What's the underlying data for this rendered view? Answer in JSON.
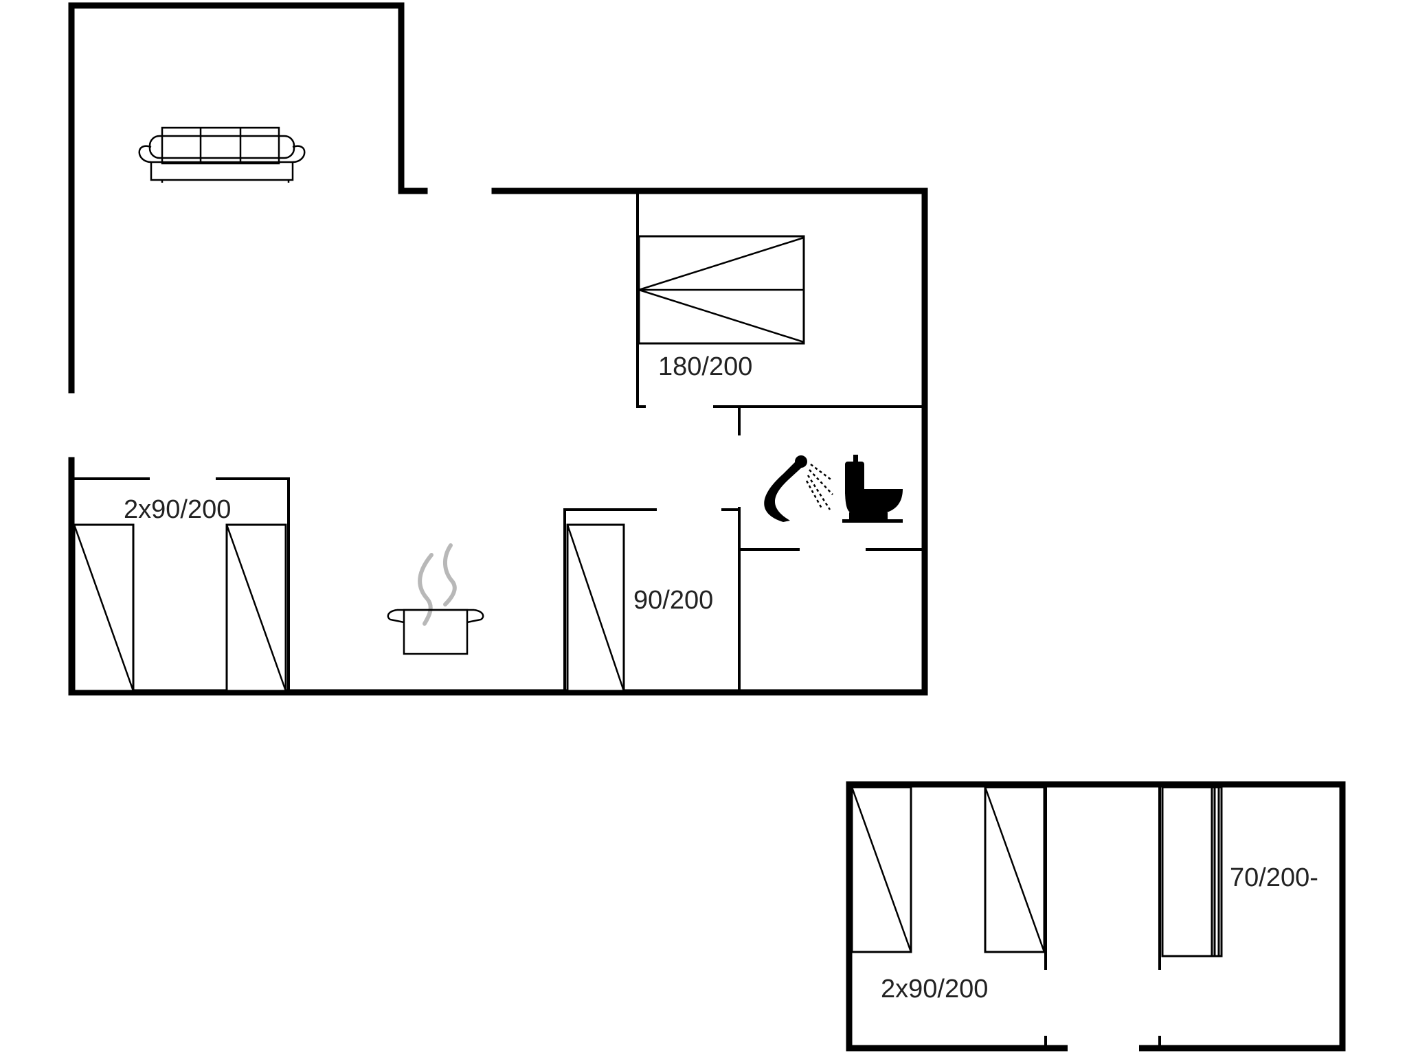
{
  "labels": {
    "master_bed": "180/200",
    "twin_beds_left": "2x90/200",
    "single_bed": "90/200",
    "twin_beds_annex": "2x90/200",
    "narrow_bed_annex": "70/200-"
  },
  "icons": [
    "sofa-icon",
    "double-bed-icon",
    "single-bed-icon",
    "shower-icon",
    "toilet-icon",
    "cooking-pot-icon"
  ],
  "colors": {
    "walls": "#000000",
    "background": "#ffffff",
    "steam": "#b8b8b8"
  }
}
